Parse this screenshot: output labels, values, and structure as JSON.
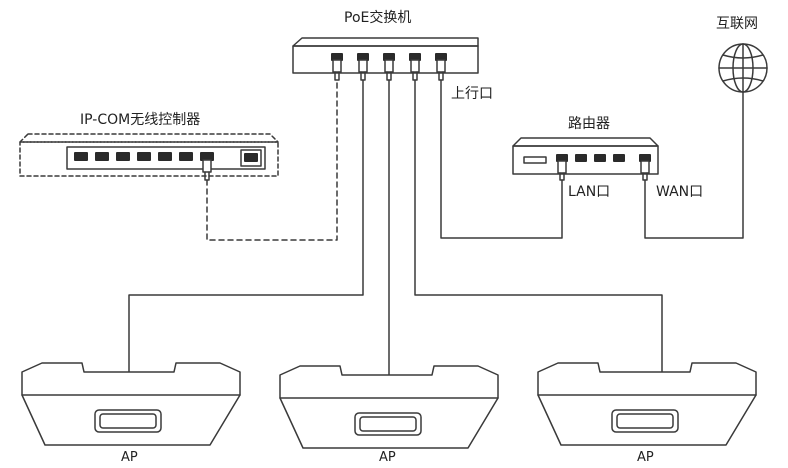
{
  "labels": {
    "poe_switch": "PoE交换机",
    "internet": "互联网",
    "controller": "IP-COM无线控制器",
    "uplink": "上行口",
    "router": "路由器",
    "lan": "LAN口",
    "wan": "WAN口",
    "ap1": "AP",
    "ap2": "AP",
    "ap3": "AP"
  },
  "colors": {
    "stroke": "#3a3a3a",
    "port_fill": "#2a2a2a",
    "background": "#ffffff"
  },
  "icons": {
    "internet": "globe-icon",
    "port": "ethernet-port-icon",
    "plug": "ethernet-plug-icon"
  }
}
